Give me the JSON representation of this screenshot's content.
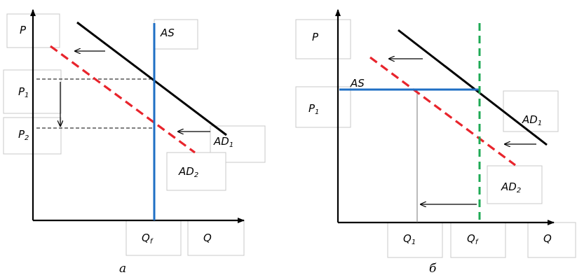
{
  "panel_a": {
    "caption": "а",
    "axis_y": "P",
    "axis_x": "Q",
    "price_1": {
      "main": "P",
      "sub": "1"
    },
    "price_2": {
      "main": "P",
      "sub": "2"
    },
    "supply": "AS",
    "demand_1": {
      "main": "AD",
      "sub": "1"
    },
    "demand_2": {
      "main": "AD",
      "sub": "2"
    },
    "quantity_f": {
      "main": "Q",
      "sub": "f"
    }
  },
  "panel_b": {
    "caption": "б",
    "axis_y": "P",
    "axis_x": "Q",
    "price_1": {
      "main": "P",
      "sub": "1"
    },
    "supply": "AS",
    "demand_1": {
      "main": "AD",
      "sub": "1"
    },
    "demand_2": {
      "main": "AD",
      "sub": "2"
    },
    "quantity_1": {
      "main": "Q",
      "sub": "1"
    },
    "quantity_f": {
      "main": "Q",
      "sub": "f"
    }
  },
  "colors": {
    "ad1": "#000000",
    "ad2": "#e8242c",
    "as_vertical": "#1f6fc4",
    "as_horizontal": "#1f6fc4",
    "qf_dashed": "#1faa55",
    "helper": "#000000"
  }
}
